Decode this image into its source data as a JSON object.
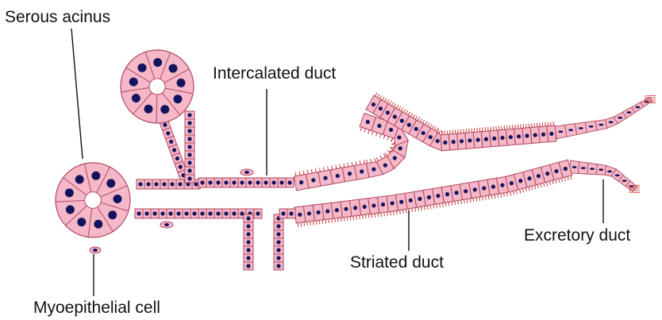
{
  "labels": {
    "serous_acinus": "Serous acinus",
    "intercalated_duct": "Intercalated duct",
    "excretory_duct": "Excretory duct",
    "striated_duct": "Striated duct",
    "myoepithelial_cell": "Myoepithelial cell"
  },
  "colors": {
    "cell_fill": "#f5b8c8",
    "cell_stroke": "#b2485f",
    "nucleus": "#14145e",
    "striation": "#c53a3a",
    "leader_line": "#111111"
  }
}
